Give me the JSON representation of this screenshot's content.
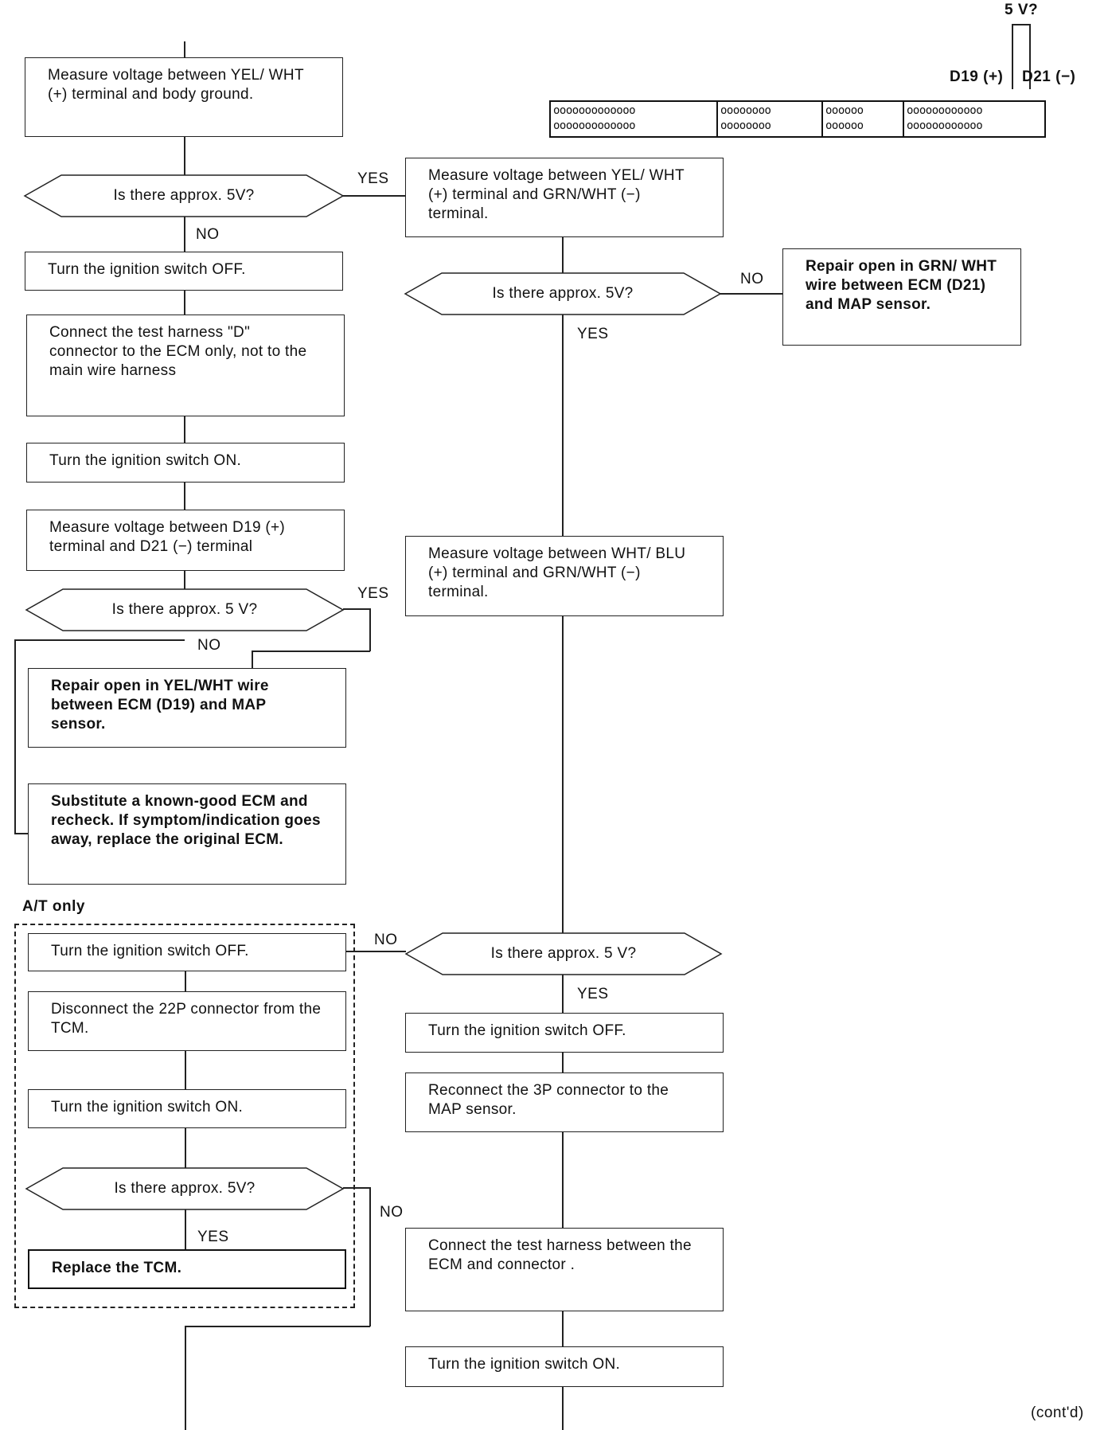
{
  "connector_diagram": {
    "voltage_label": "5 V?",
    "terminal_pos": "D19 (+)",
    "terminal_neg": "D21 (−)",
    "pins": [
      "ooooooooooooo\nooooooooooooo",
      "oooooooo\noooooooo",
      "oooooo\noooooo",
      "oooooooooooo\noooooooooooo"
    ]
  },
  "left": {
    "measure_yel_wht_ground": "Measure voltage between YEL/ WHT (+) terminal and body ground.",
    "q1": "Is there approx. 5V?",
    "q1_yes": "YES",
    "q1_no": "NO",
    "ign_off_1": "Turn the ignition switch OFF.",
    "connect_harness_d": "Connect the test harness \"D\" connector to the ECM only, not to the main wire harness",
    "ign_on_1": "Turn the ignition switch ON.",
    "measure_d19_d21": "Measure voltage between D19 (+) terminal and D21 (−) terminal",
    "q2": "Is there approx. 5 V?",
    "q2_yes": "YES",
    "q2_no": "NO",
    "repair_yel_wht": "Repair open in YEL/WHT wire between ECM (D19) and MAP sensor.",
    "substitute_ecm": "Substitute a known-good ECM and recheck. If symptom/indication goes away, replace the original ECM.",
    "at_only": "A/T only",
    "ign_off_at": "Turn the ignition switch OFF.",
    "disconnect_22p": "Disconnect the 22P connector from the TCM.",
    "ign_on_at": "Turn the ignition switch ON.",
    "q_at": "Is there approx. 5V?",
    "q_at_yes": "YES",
    "q_at_no": "NO",
    "replace_tcm": "Replace the TCM."
  },
  "right": {
    "measure_yel_grn": "Measure voltage between YEL/ WHT (+) terminal and GRN/WHT (−) terminal.",
    "q1": "Is there approx. 5V?",
    "q1_no": "NO",
    "q1_yes": "YES",
    "repair_grn_wht": "Repair open in GRN/ WHT wire between ECM (D21) and MAP sensor.",
    "measure_wht_blu": "Measure voltage between WHT/ BLU (+) terminal and GRN/WHT (−) terminal.",
    "q2": "Is there approx. 5 V?",
    "q2_no": "NO",
    "q2_yes": "YES",
    "ign_off": "Turn the ignition switch OFF.",
    "reconnect_3p": "Reconnect the 3P connector to the MAP sensor.",
    "connect_harness": "Connect the test harness between the ECM and connector .",
    "ign_on": "Turn the ignition switch ON."
  },
  "footer": {
    "contd": "(cont'd)"
  }
}
